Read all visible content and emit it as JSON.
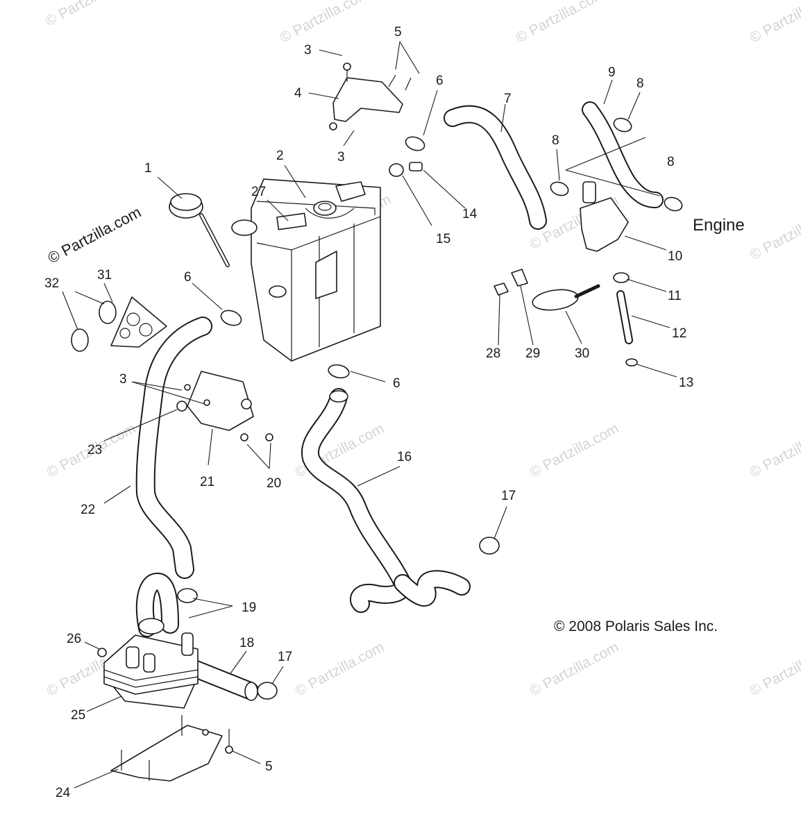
{
  "watermark": "© Partzilla.com",
  "engine_label": "Engine",
  "copyright": "© 2008 Polaris Sales Inc.",
  "callouts": {
    "c1": "1",
    "c2": "2",
    "c3a": "3",
    "c3b": "3",
    "c3c": "3",
    "c4": "4",
    "c5a": "5",
    "c5b": "5",
    "c6a": "6",
    "c6b": "6",
    "c6c": "6",
    "c7": "7",
    "c8a": "8",
    "c8b": "8",
    "c8c": "8",
    "c9": "9",
    "c10": "10",
    "c11": "11",
    "c12": "12",
    "c13": "13",
    "c14": "14",
    "c15": "15",
    "c16": "16",
    "c17a": "17",
    "c17b": "17",
    "c18": "18",
    "c19": "19",
    "c20": "20",
    "c21": "21",
    "c22": "22",
    "c23": "23",
    "c24": "24",
    "c25": "25",
    "c26": "26",
    "c27": "27",
    "c28": "28",
    "c29": "29",
    "c30": "30",
    "c31": "31",
    "c32": "32"
  }
}
